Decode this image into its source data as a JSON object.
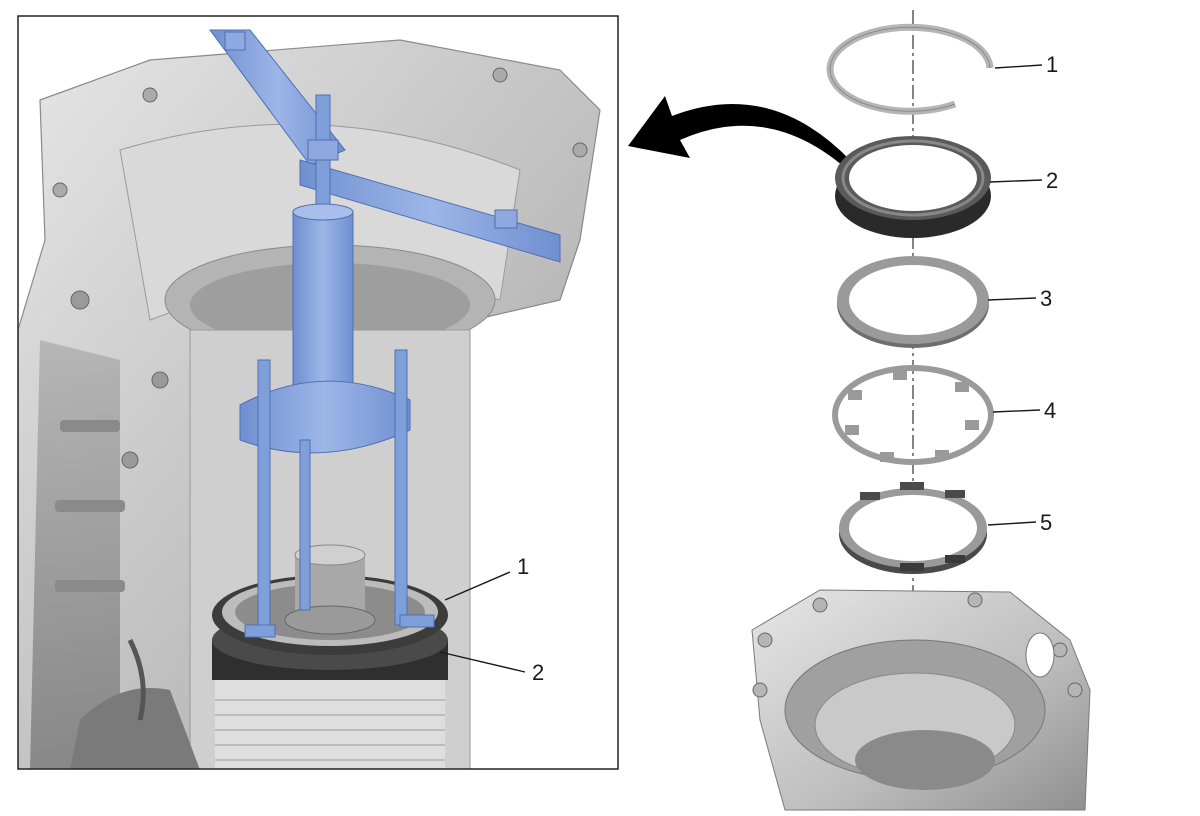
{
  "left_view": {
    "callouts": [
      {
        "label": "1"
      },
      {
        "label": "2"
      }
    ],
    "tool_color": "#7f9fdb",
    "housing_color": "#c8c8c8"
  },
  "exploded_view": {
    "callouts": [
      {
        "label": "1"
      },
      {
        "label": "2"
      },
      {
        "label": "3"
      },
      {
        "label": "4"
      },
      {
        "label": "5"
      }
    ]
  },
  "arrow": {
    "icon": "curved-arrow-left-icon",
    "color": "#000000"
  }
}
